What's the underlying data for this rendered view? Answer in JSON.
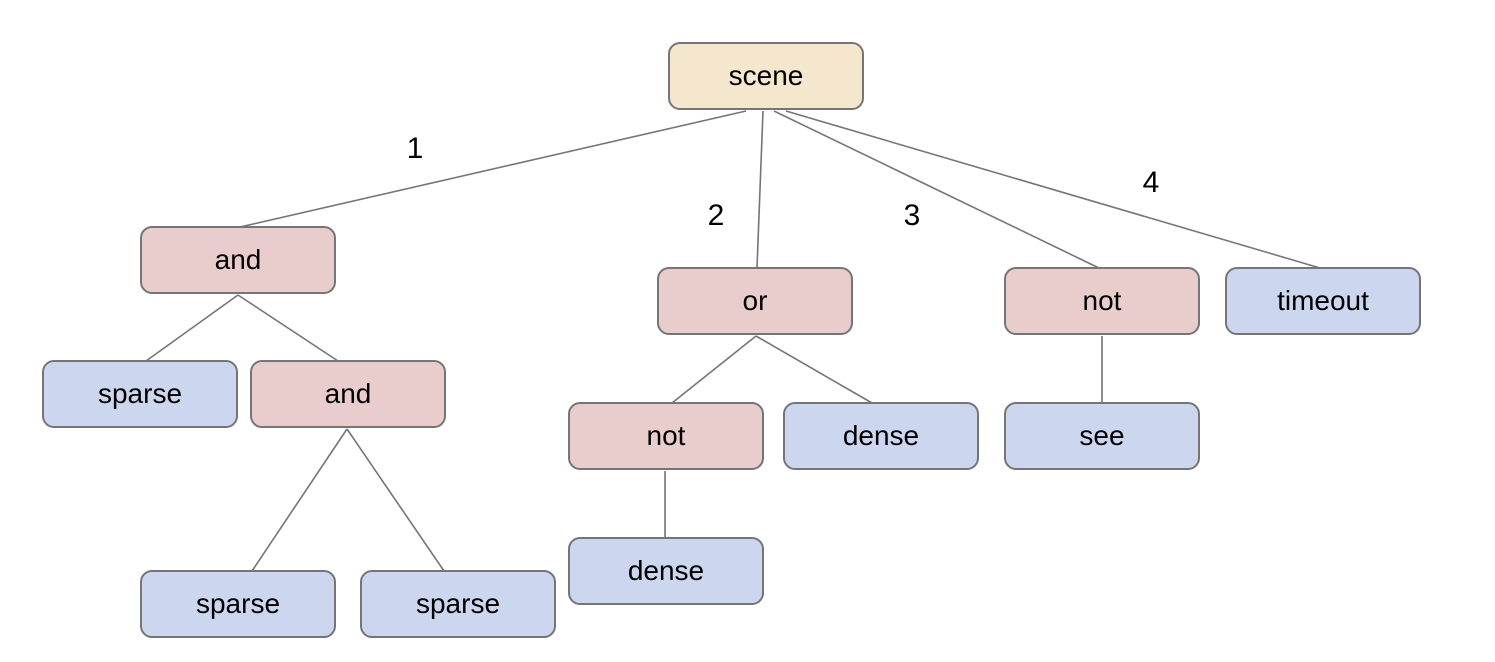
{
  "diagram": {
    "type": "tree",
    "background": "#ffffff",
    "colors": {
      "root_fill": "#f5e7cd",
      "operator_fill": "#e9cdcd",
      "leaf_fill": "#ccd6ee",
      "node_border": "#757575",
      "edge": "#757575",
      "text": "#000000"
    },
    "nodes": [
      {
        "id": "scene",
        "label": "scene",
        "kind": "root"
      },
      {
        "id": "and-1",
        "label": "and",
        "kind": "operator"
      },
      {
        "id": "or-1",
        "label": "or",
        "kind": "operator"
      },
      {
        "id": "not-1",
        "label": "not",
        "kind": "operator"
      },
      {
        "id": "timeout",
        "label": "timeout",
        "kind": "leaf"
      },
      {
        "id": "sparse-1",
        "label": "sparse",
        "kind": "leaf"
      },
      {
        "id": "and-2",
        "label": "and",
        "kind": "operator"
      },
      {
        "id": "not-2",
        "label": "not",
        "kind": "operator"
      },
      {
        "id": "dense-1",
        "label": "dense",
        "kind": "leaf"
      },
      {
        "id": "see",
        "label": "see",
        "kind": "leaf"
      },
      {
        "id": "sparse-2",
        "label": "sparse",
        "kind": "leaf"
      },
      {
        "id": "sparse-3",
        "label": "sparse",
        "kind": "leaf"
      },
      {
        "id": "dense-2",
        "label": "dense",
        "kind": "leaf"
      }
    ],
    "edge_labels": [
      "1",
      "2",
      "3",
      "4"
    ],
    "tree": {
      "label": "scene",
      "children": [
        {
          "edge": "1",
          "label": "and",
          "children": [
            {
              "label": "sparse"
            },
            {
              "label": "and",
              "children": [
                {
                  "label": "sparse"
                },
                {
                  "label": "sparse"
                }
              ]
            }
          ]
        },
        {
          "edge": "2",
          "label": "or",
          "children": [
            {
              "label": "not",
              "children": [
                {
                  "label": "dense"
                }
              ]
            },
            {
              "label": "dense"
            }
          ]
        },
        {
          "edge": "3",
          "label": "not",
          "children": [
            {
              "label": "see"
            }
          ]
        },
        {
          "edge": "4",
          "label": "timeout"
        }
      ]
    }
  }
}
